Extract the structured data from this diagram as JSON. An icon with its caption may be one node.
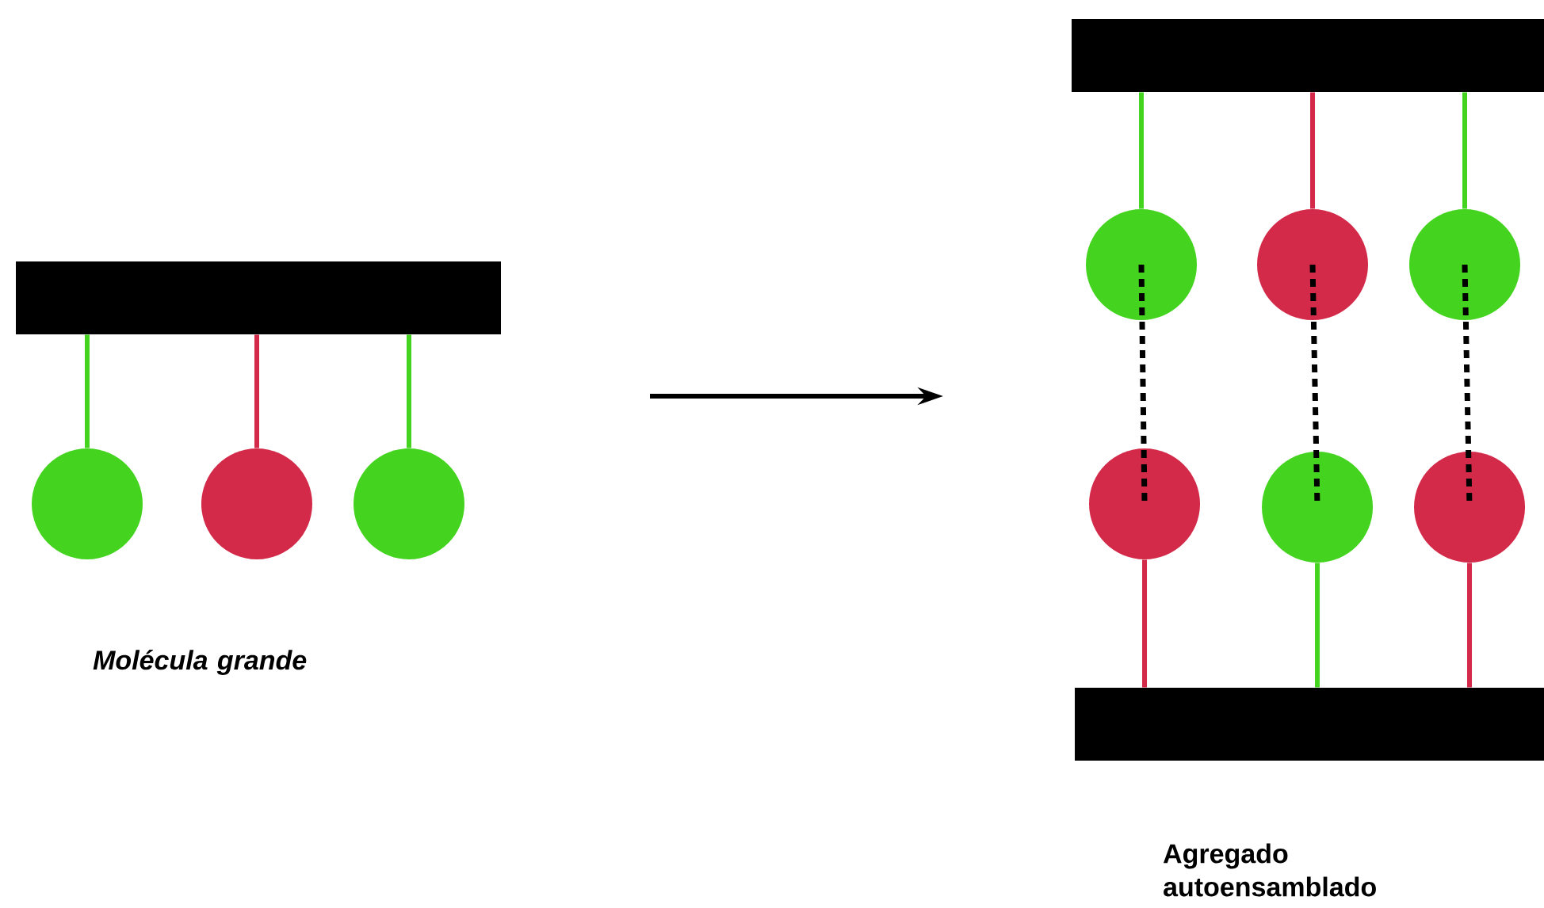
{
  "diagram": {
    "nodes": [
      {
        "text": [],
        "shape": "bar"
      },
      {
        "text": [],
        "shape": "circle"
      },
      {
        "text": [],
        "shape": "circle"
      },
      {
        "text": [],
        "shape": "circle"
      },
      {
        "text": [],
        "shape": "bar"
      },
      {
        "text": [],
        "shape": "circle"
      },
      {
        "text": [],
        "shape": "circle"
      },
      {
        "text": [],
        "shape": "circle"
      },
      {
        "text": [],
        "shape": "circle"
      },
      {
        "text": [],
        "shape": "circle"
      },
      {
        "text": [],
        "shape": "circle"
      },
      {
        "text": [],
        "shape": "bar"
      }
    ],
    "edges": [
      {
        "from": 0,
        "to": 1,
        "arrow": "none"
      },
      {
        "from": 0,
        "to": 2,
        "arrow": "none",
        "color": "#d42a4a"
      },
      {
        "from": 0,
        "to": 3,
        "arrow": "none"
      },
      {
        "from": 4,
        "to": 5,
        "arrow": "none"
      },
      {
        "from": 4,
        "to": 6,
        "arrow": "none",
        "color": "#d42a4a"
      },
      {
        "from": 4,
        "to": 7,
        "arrow": "none"
      },
      {
        "from": 5,
        "to": 8,
        "arrow": "none",
        "style": "dashed",
        "color": "#000000"
      },
      {
        "from": 6,
        "to": 9,
        "arrow": "none",
        "style": "dashed",
        "color": "#000000"
      },
      {
        "from": 7,
        "to": 10,
        "arrow": "none",
        "style": "dashed",
        "color": "#000000"
      },
      {
        "from": 8,
        "to": 11,
        "arrow": "none",
        "color": "#d42a4a"
      },
      {
        "from": 9,
        "to": 11,
        "arrow": "none"
      },
      {
        "from": 10,
        "to": 11,
        "arrow": "none",
        "color": "#d42a4a"
      }
    ],
    "labels": [
      "Molécula grande",
      "Agregado autoensamblado"
    ]
  }
}
